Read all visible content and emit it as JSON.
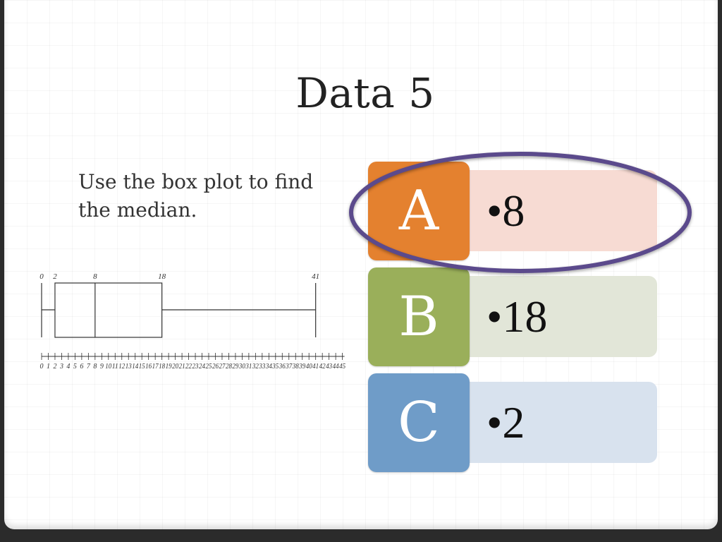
{
  "title": "Data 5",
  "instruction": "Use the box plot to find the median.",
  "boxplot": {
    "min": 0,
    "q1": 2,
    "median": 8,
    "q3": 18,
    "max": 41,
    "axis_min": 0,
    "axis_max": 45,
    "labels": [
      "0",
      "2",
      "8",
      "18",
      "41"
    ]
  },
  "options": [
    {
      "letter": "A",
      "value": "•8",
      "tile_color": "#e4812f",
      "bar_color": "#f7dbd3"
    },
    {
      "letter": "B",
      "value": "•18",
      "tile_color": "#9aaf5a",
      "bar_color": "#e2e6d8"
    },
    {
      "letter": "C",
      "value": "•2",
      "tile_color": "#6f9cc8",
      "bar_color": "#d8e2ee"
    }
  ],
  "selected_option": "A",
  "highlight_color": "#5b4a8c"
}
